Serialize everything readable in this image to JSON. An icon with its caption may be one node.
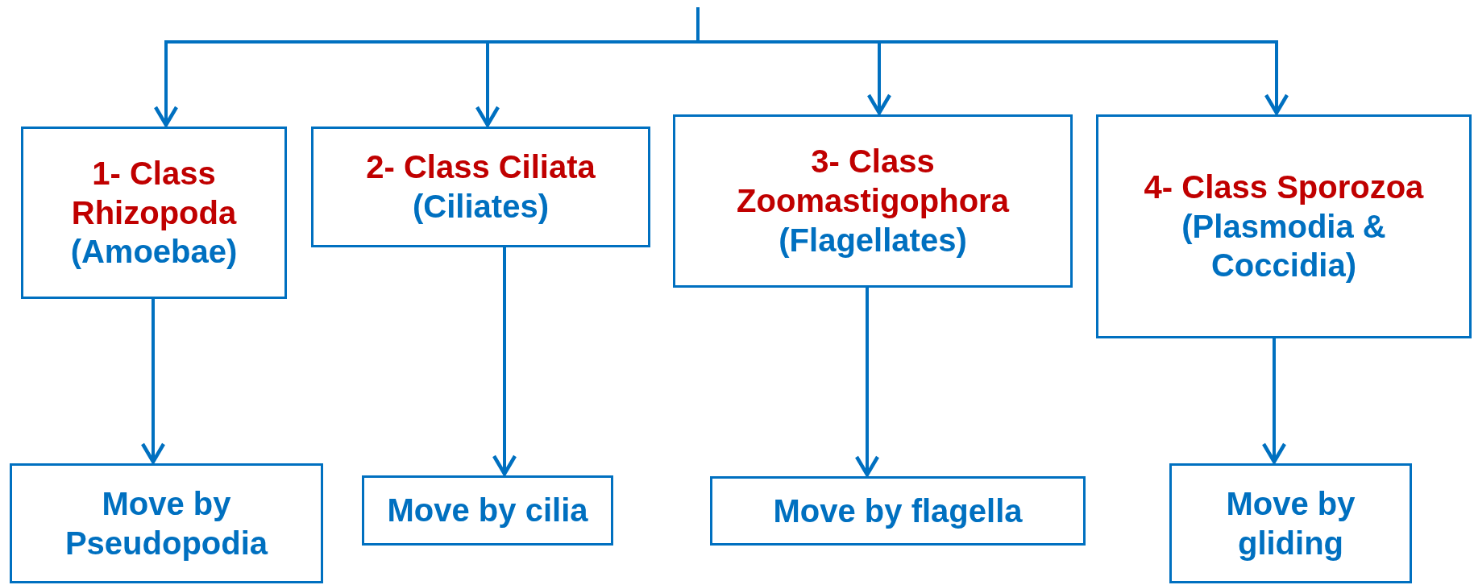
{
  "diagram": {
    "nodes": [
      {
        "text": [
          "1- Class Rhizopoda",
          "(Amoebae)"
        ]
      },
      {
        "text": [
          "2- Class Ciliata",
          "(Ciliates)"
        ]
      },
      {
        "text": [
          "3- Class Zoomastigophora",
          "(Flagellates)"
        ]
      },
      {
        "text": [
          "4- Class Sporozoa",
          "(Plasmodia & Coccidia)"
        ]
      },
      {
        "text": [
          "Move by Pseudopodia"
        ]
      },
      {
        "text": [
          "Move by cilia"
        ]
      },
      {
        "text": [
          "Move by flagella"
        ]
      },
      {
        "text": [
          "Move by gliding"
        ]
      }
    ],
    "edges": [
      {
        "from": null,
        "to": 0,
        "arrow": "to"
      },
      {
        "from": null,
        "to": 1,
        "arrow": "to"
      },
      {
        "from": null,
        "to": 2,
        "arrow": "to"
      },
      {
        "from": null,
        "to": 3,
        "arrow": "to"
      },
      {
        "from": 0,
        "to": 4,
        "arrow": "to"
      },
      {
        "from": 1,
        "to": 5,
        "arrow": "to"
      },
      {
        "from": 2,
        "to": 6,
        "arrow": "to"
      },
      {
        "from": 3,
        "to": 7,
        "arrow": "to"
      }
    ]
  }
}
